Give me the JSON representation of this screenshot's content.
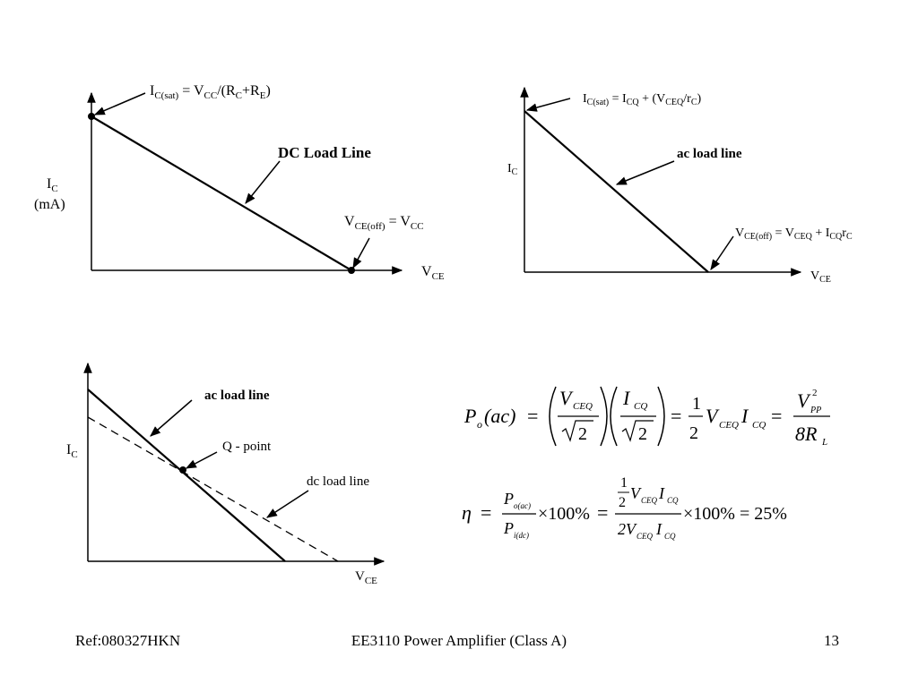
{
  "figure1": {
    "ic_sat": {
      "main": "I",
      "sub1": "C(sat)",
      "mid1": " = V",
      "sub2": "CC",
      "mid2": "/(R",
      "sub3": "C",
      "mid3": "+R",
      "sub4": "E",
      "end": ")"
    },
    "load_line_label": "DC Load Line",
    "y_label": {
      "main": "I",
      "sub": "C",
      "unit": "(mA)"
    },
    "vce_off": {
      "main": "V",
      "sub1": "CE(off)",
      "mid": " = V",
      "sub2": "CC"
    },
    "x_label": {
      "main": "V",
      "sub": "CE"
    }
  },
  "figure2": {
    "ic_sat": {
      "main": "I",
      "sub1": "C(sat)",
      "mid1": " = I",
      "sub2": "CQ",
      "mid2": " + (V",
      "sub3": "CEQ",
      "mid3": "/r",
      "sub4": "C",
      "end": ")"
    },
    "load_line_label": "ac load line",
    "y_label": {
      "main": "I",
      "sub": "C"
    },
    "vce_off": {
      "main": "V",
      "sub1": "CE(off)",
      "mid1": " = V",
      "sub2": "CEQ",
      "mid2": " + I",
      "sub3": "CQ",
      "mid3": "r",
      "sub4": "C"
    },
    "x_label": {
      "main": "V",
      "sub": "CE"
    }
  },
  "figure3": {
    "ac_label": "ac load line",
    "q_label": "Q - point",
    "dc_label": "dc load line",
    "y_label": {
      "main": "I",
      "sub": "C"
    },
    "x_label": {
      "main": "V",
      "sub": "CE"
    }
  },
  "equations": {
    "po": {
      "P": "P",
      "o": "o",
      "ac": "(ac)",
      "eq": "=",
      "V": "V",
      "CEQ": "CEQ",
      "sqrt2": "2",
      "I": "I",
      "CQ": "CQ",
      "one": "1",
      "two": "2",
      "Vpp": "V",
      "PP": "PP",
      "sq": "2",
      "eight": "8R",
      "L": "L"
    },
    "eta": {
      "eta": "η",
      "eq": "=",
      "Po": "P",
      "oac": "o(ac)",
      "Pi": "P",
      "idc": "i(dc)",
      "times100": "×100%",
      "one": "1",
      "two": "2",
      "V": "V",
      "CEQ": "CEQ",
      "I": "I",
      "CQ": "CQ",
      "twoV": "2V",
      "result": "×100% = 25%"
    }
  },
  "footer": {
    "left": "Ref:080327HKN",
    "center": "EE3110 Power Amplifier (Class A)",
    "right": "13"
  }
}
